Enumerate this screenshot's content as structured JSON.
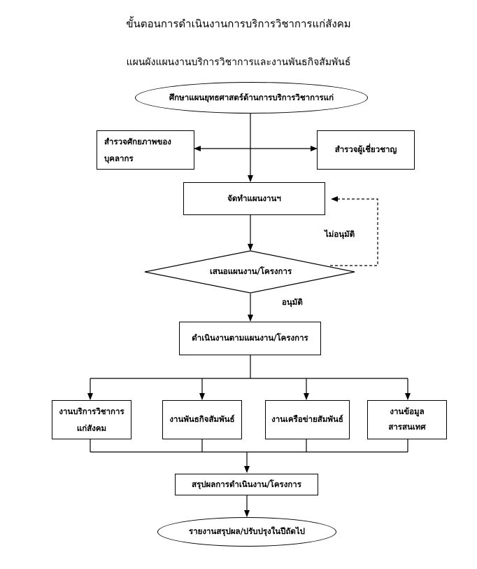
{
  "title": "ขั้นตอนการดำเนินงานการบริการวิชาการแก่สังคม",
  "subtitle": "แผนผังแผนงานบริการวิชาการและงานพันธกิจสัมพันธ์",
  "nodes": {
    "study": "ศึกษาแผนยุทธศาสตร์ด้านการบริการวิชาการแก่",
    "survey_staff": "สำรวจศักยภาพของ\nบุคลากร",
    "survey_experts": "สำรวจผู้เชี่ยวชาญ",
    "make_plan": "จัดทำแผนงานฯ",
    "propose": "เสนอแผนงาน/โครงการ",
    "operate": "ดำเนินงานตามแผนงาน/โครงการ",
    "academic_service": "งานบริการวิชาการ\nแก่สังคม",
    "engagement": "งานพันธกิจสัมพันธ์",
    "network": "งานเครือข่ายสัมพันธ์",
    "info": "งานข้อมูลสารสนเทศ",
    "summary": "สรุปผลการดำเนินงาน/โครงการ",
    "report": "รายงานสรุปผล/ปรับปรุงในปีถัดไป"
  },
  "labels": {
    "not_approved": "ไม่อนุมัติ",
    "approved": "อนุมัติ"
  }
}
